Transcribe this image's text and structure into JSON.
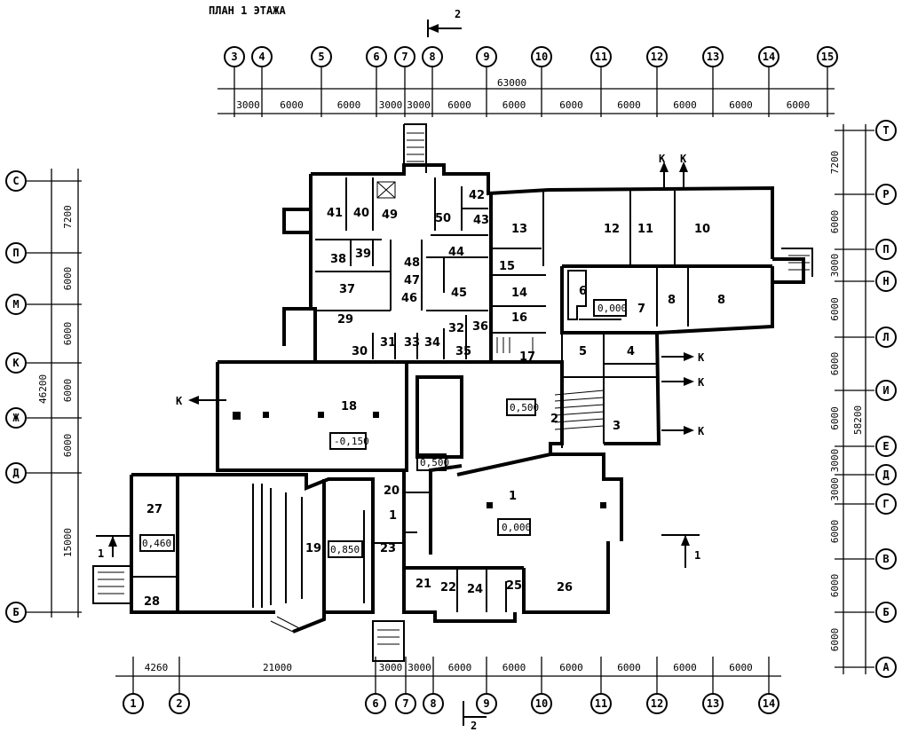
{
  "title": "ПЛАН 1 ЭТАЖА",
  "section_marks": {
    "top_2": "2",
    "bottom_2": "2",
    "right_1": "1",
    "left_1": "1"
  },
  "top_axes": [
    "3",
    "4",
    "5",
    "6",
    "7",
    "8",
    "9",
    "10",
    "11",
    "12",
    "13",
    "14",
    "15"
  ],
  "top_total": "63000",
  "top_dims": [
    "3000",
    "6000",
    "6000",
    "3000",
    "3000",
    "6000",
    "6000",
    "6000",
    "6000",
    "6000",
    "6000",
    "6000"
  ],
  "bottom_axes": [
    "1",
    "2",
    "6",
    "7",
    "8",
    "9",
    "10",
    "11",
    "12",
    "13",
    "14"
  ],
  "bottom_dims": [
    "4260",
    "21000",
    "3000",
    "3000",
    "6000",
    "6000",
    "6000",
    "6000",
    "6000",
    "6000"
  ],
  "left_axes": [
    "С",
    "П",
    "М",
    "К",
    "Ж",
    "Д",
    "Б"
  ],
  "left_total": "46200",
  "left_dims": [
    "7200",
    "6000",
    "6000",
    "6000",
    "6000",
    "15000"
  ],
  "right_axes": [
    "Т",
    "Р",
    "П",
    "Н",
    "Л",
    "И",
    "Е",
    "Д",
    "Г",
    "В",
    "Б",
    "А"
  ],
  "right_total": "58200",
  "right_dims": [
    "7200",
    "6000",
    "3000",
    "6000",
    "6000",
    "6000",
    "3000",
    "3000",
    "6000",
    "6000",
    "6000"
  ],
  "exit_label": "К",
  "levels": [
    "-0,150",
    "0,500",
    "0,500",
    "0,000",
    "0,000",
    "0,460",
    "0,850"
  ],
  "rooms": [
    "1",
    "1",
    "2",
    "3",
    "4",
    "5",
    "6",
    "7",
    "8",
    "8",
    "10",
    "11",
    "12",
    "13",
    "14",
    "15",
    "16",
    "17",
    "18",
    "19",
    "20",
    "21",
    "22",
    "23",
    "24",
    "25",
    "26",
    "27",
    "28",
    "29",
    "30",
    "31",
    "32",
    "33",
    "34",
    "35",
    "36",
    "37",
    "38",
    "39",
    "40",
    "41",
    "42",
    "43",
    "44",
    "45",
    "46",
    "47",
    "48",
    "49",
    "50"
  ]
}
